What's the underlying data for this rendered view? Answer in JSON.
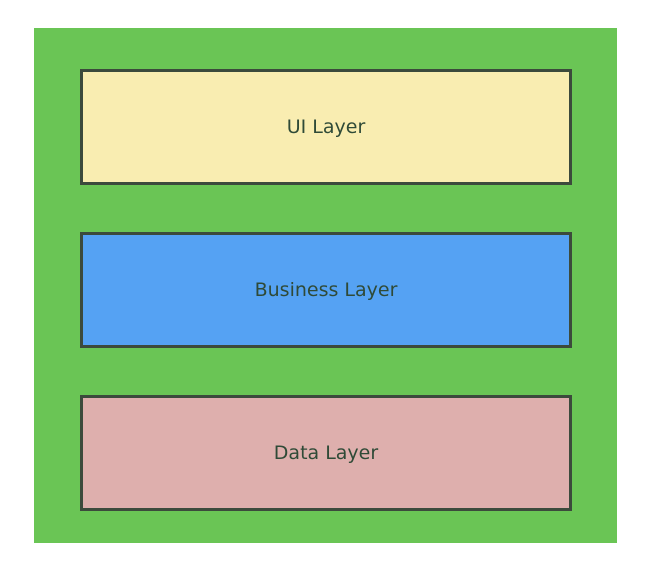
{
  "diagram": {
    "background_color": "#6ac555",
    "layers": [
      {
        "label": "UI Layer",
        "color": "#f9edb1"
      },
      {
        "label": "Business Layer",
        "color": "#55a2f3"
      },
      {
        "label": "Data Layer",
        "color": "#deafad"
      }
    ]
  }
}
